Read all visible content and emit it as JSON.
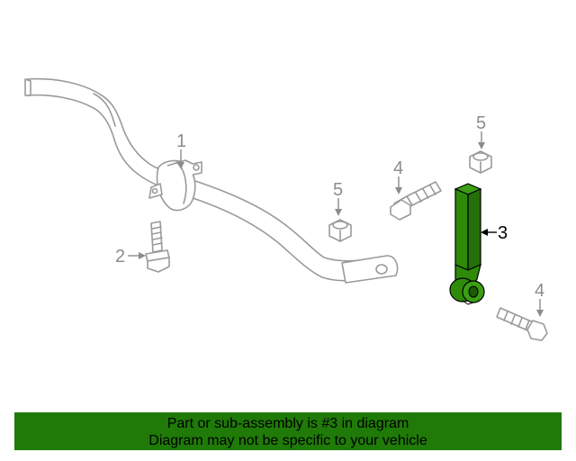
{
  "diagram": {
    "callouts": {
      "c1": "1",
      "c2": "2",
      "c3": "3",
      "c4a": "4",
      "c4b": "4",
      "c5a": "5",
      "c5b": "5"
    },
    "highlighted_part": "3",
    "highlight_color": "#2e8b0a"
  },
  "banner": {
    "line1": "Part or sub-assembly is #3 in diagram",
    "line2": "Diagram may not be specific to your vehicle",
    "background": "#1f7a08"
  }
}
